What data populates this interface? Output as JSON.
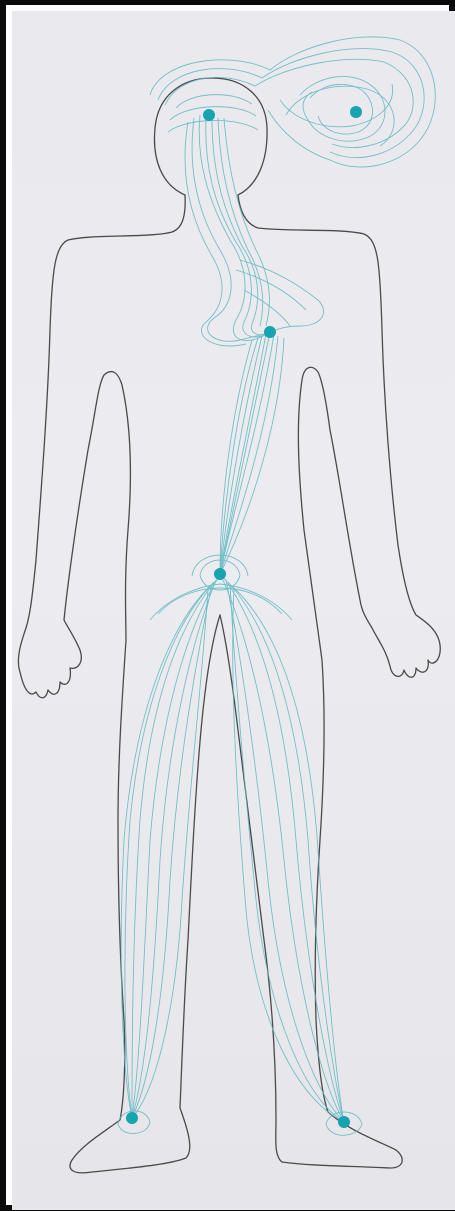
{
  "artwork": {
    "subject": "human-body-outline",
    "colors": {
      "outline": "#4a4a4a",
      "energy_lines": "#5fb7c0",
      "node": "#16a4b0",
      "paper": "#ebebef",
      "frame": "#0b0b0b"
    },
    "nodes": [
      "head-node",
      "aura-node",
      "chest-node",
      "pelvis-node",
      "left-foot-node",
      "right-foot-node"
    ]
  }
}
